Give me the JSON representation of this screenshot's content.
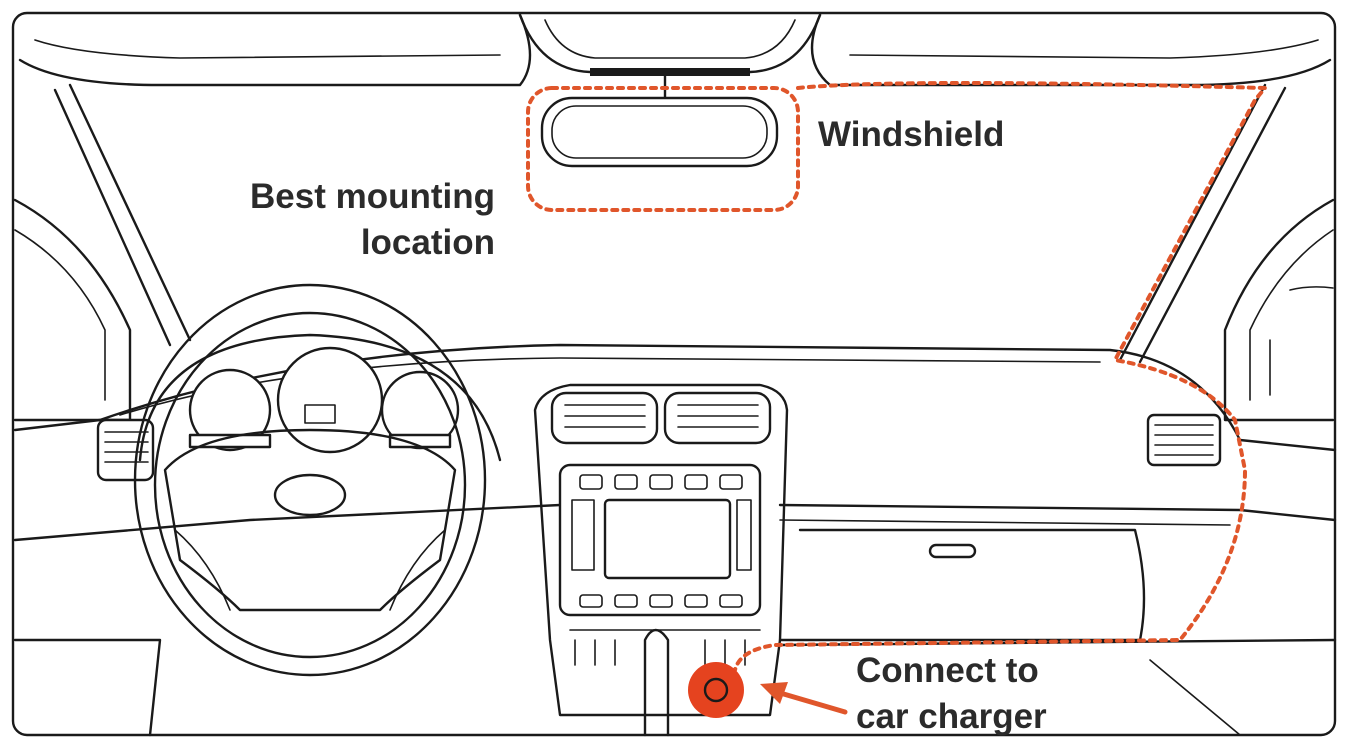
{
  "labels": {
    "windshield": "Windshield",
    "mounting_line1": "Best mounting",
    "mounting_line2": "location",
    "charger_line1": "Connect to",
    "charger_line2": "car charger"
  },
  "colors": {
    "route": "#e0562b",
    "socket": "#e5431f",
    "text": "#2b2b2b",
    "line": "#1a1a1a"
  },
  "icons": {
    "socket": "cigarette-lighter-socket-icon",
    "arrow": "arrow-left-icon"
  }
}
